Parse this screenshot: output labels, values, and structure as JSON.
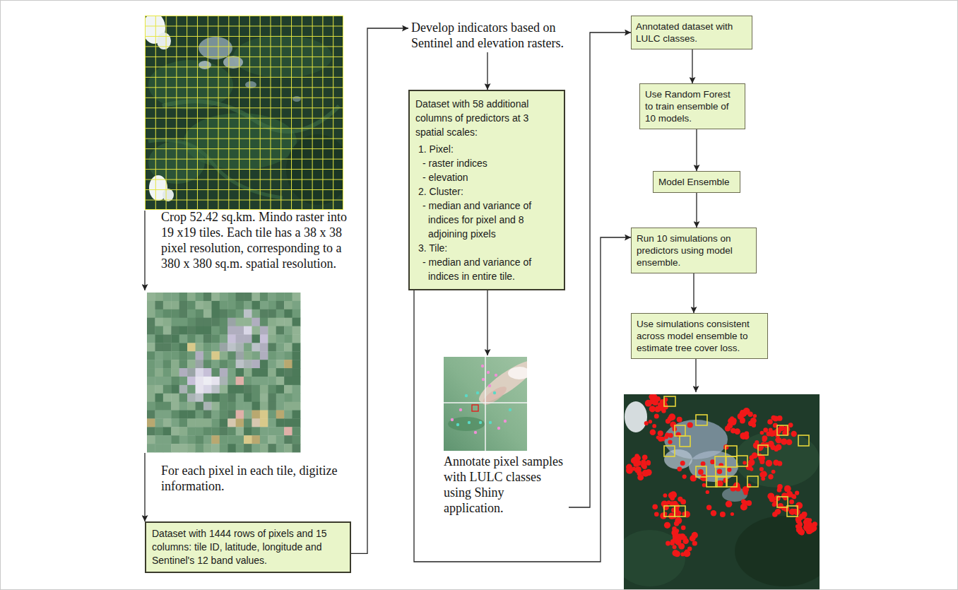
{
  "diagram": {
    "nodes": [
      {
        "text": [
          "Dataset with 1444 rows of pixels and 15 columns: tile ID, latitude, longitude and Sentinel's 12 band values."
        ]
      },
      {
        "text": [
          "Dataset with 58 additional columns of predictors at 3 spatial scales:",
          "1. Pixel:",
          "- raster indices",
          "- elevation",
          "2. Cluster:",
          "- median and variance of indices for pixel and 8 adjoining pixels",
          "3. Tile:",
          "- median and variance of indices in entire tile."
        ]
      },
      {
        "text": [
          "Annotated dataset with LULC classes."
        ]
      },
      {
        "text": [
          "Use Random Forest to train ensemble of 10 models."
        ]
      },
      {
        "text": [
          "Model Ensemble"
        ]
      },
      {
        "text": [
          "Run 10 simulations on predictors using model ensemble."
        ]
      },
      {
        "text": [
          "Use simulations consistent across model ensemble to estimate tree cover loss."
        ]
      }
    ],
    "edges": [
      {
        "from": 2,
        "to": 3,
        "arrow": "to"
      },
      {
        "from": 3,
        "to": 4,
        "arrow": "to"
      },
      {
        "from": 4,
        "to": 5,
        "arrow": "to"
      },
      {
        "from": 1,
        "to": 5,
        "arrow": "to"
      },
      {
        "from": 5,
        "to": 6,
        "arrow": "to"
      }
    ],
    "labels": [
      "Crop 52.42 sq.km. Mindo raster into 19 x19 tiles. Each tile has a 38 x 38 pixel resolution, corresponding to a 380 x 380 sq.m. spatial resolution.",
      "For each pixel in each tile, digitize information.",
      "Develop indicators based on Sentinel and elevation rasters.",
      "Annotate pixel samples with LULC classes using Shiny application."
    ]
  }
}
